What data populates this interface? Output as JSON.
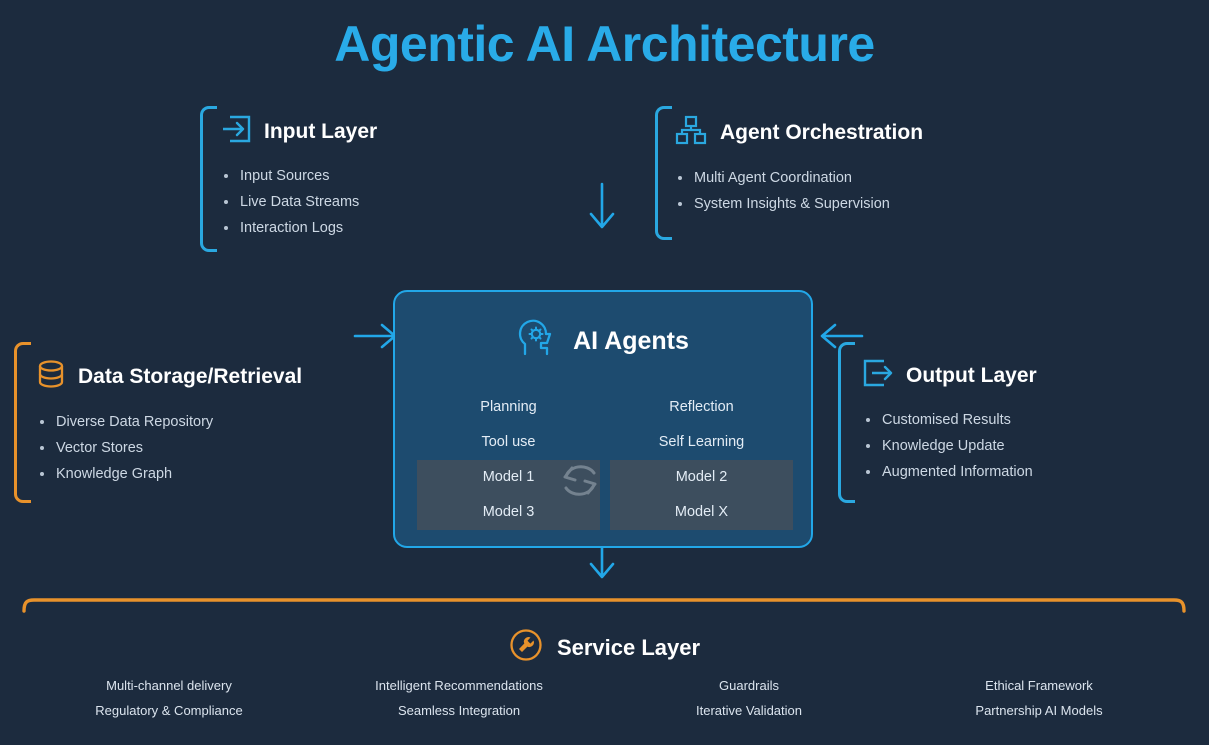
{
  "page": {
    "title": "Agentic AI Architecture",
    "background_color": "#1c2b3e",
    "accent_cyan": "#29abe8",
    "accent_orange": "#e8922b"
  },
  "input_layer": {
    "title": "Input Layer",
    "icon": "arrow-into-box-icon",
    "accent": "#2aa8e0",
    "items": [
      "Input Sources",
      "Live Data Streams",
      "Interaction Logs"
    ]
  },
  "orchestration": {
    "title": "Agent Orchestration",
    "icon": "hierarchy-icon",
    "accent": "#2aa8e0",
    "items": [
      "Multi Agent Coordination",
      "System Insights & Supervision"
    ]
  },
  "data_storage": {
    "title": "Data Storage/Retrieval",
    "icon": "database-icon",
    "accent": "#e8922b",
    "items": [
      "Diverse Data Repository",
      "Vector Stores",
      "Knowledge Graph"
    ]
  },
  "output_layer": {
    "title": "Output Layer",
    "icon": "arrow-out-of-box-icon",
    "accent": "#2aa8e0",
    "items": [
      "Customised Results",
      "Knowledge Update",
      "Augmented Information"
    ]
  },
  "ai_agents": {
    "title": "AI Agents",
    "icon": "head-gear-icon",
    "sync_icon": "sync-refresh-icon",
    "border_color": "#22a7e8",
    "fill_color": "#1d4b6f",
    "capabilities": [
      {
        "left": "Planning",
        "right": "Reflection",
        "is_model": false
      },
      {
        "left": "Tool use",
        "right": "Self Learning",
        "is_model": false
      },
      {
        "left": "Model 1",
        "right": "Model 2",
        "is_model": true
      },
      {
        "left": "Model 3",
        "right": "Model X",
        "is_model": true
      }
    ]
  },
  "service_layer": {
    "title": "Service Layer",
    "icon": "wrench-circle-icon",
    "accent": "#e8922b",
    "columns": [
      {
        "row1": "Multi-channel delivery",
        "row2": "Regulatory & Compliance"
      },
      {
        "row1": "Intelligent Recommendations",
        "row2": "Seamless Integration"
      },
      {
        "row1": "Guardrails",
        "row2": "Iterative Validation"
      },
      {
        "row1": "Ethical Framework",
        "row2": "Partnership AI Models"
      }
    ]
  },
  "arrows": {
    "top_down": "arrow-down-icon",
    "into_agents_left": "arrow-right-icon",
    "into_agents_right": "arrow-left-icon",
    "agents_down": "arrow-down-icon"
  }
}
